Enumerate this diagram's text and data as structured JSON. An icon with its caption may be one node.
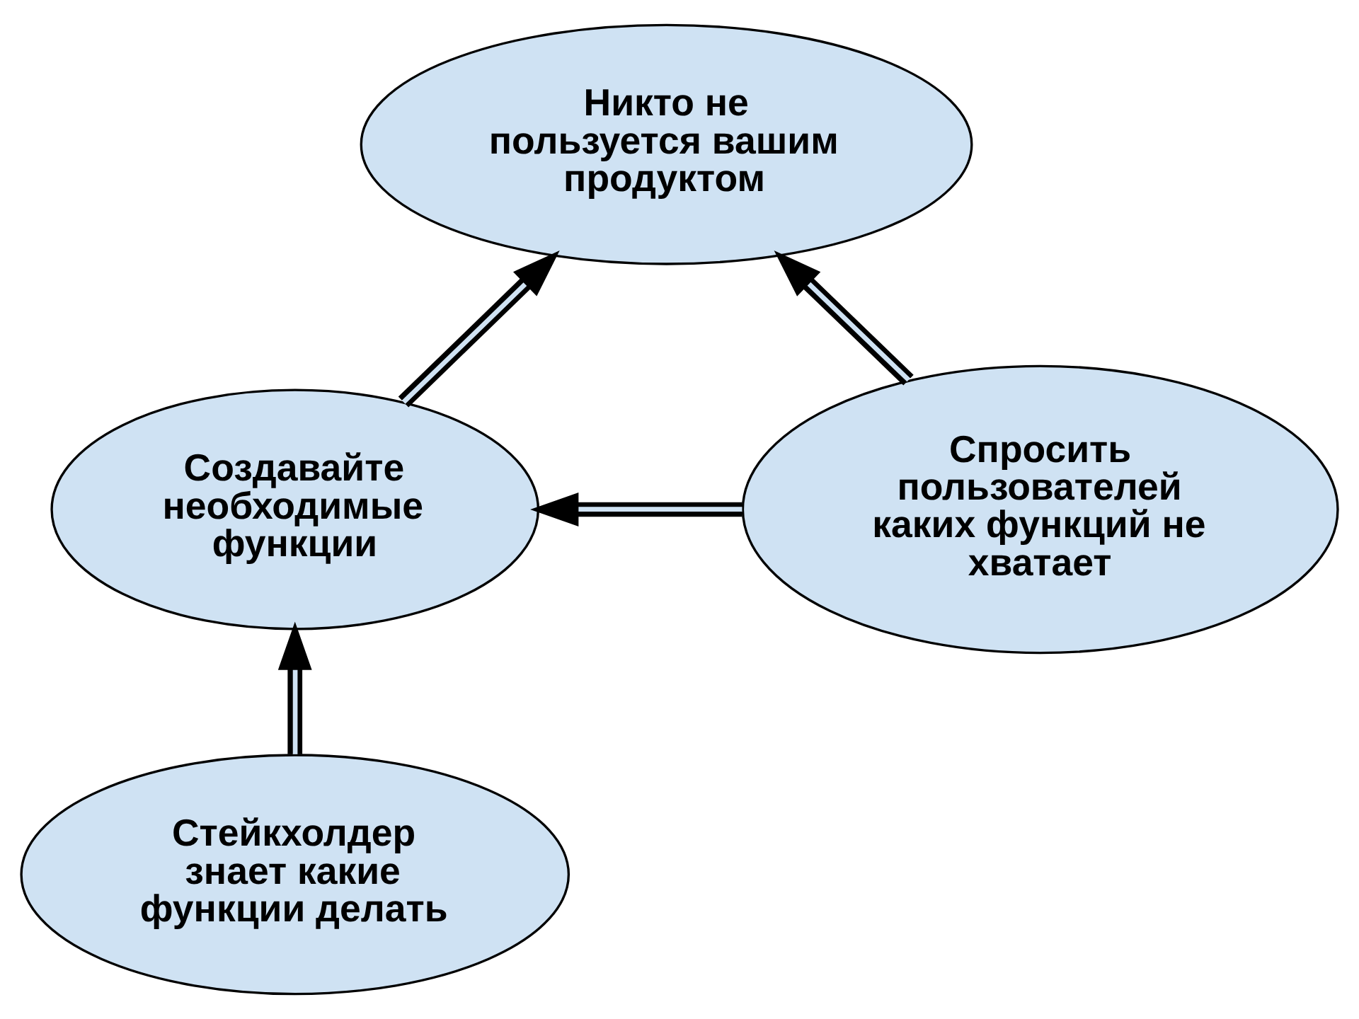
{
  "diagram": {
    "nodes": [
      {
        "text": [
          "Никто не пользуется вашим продуктом"
        ]
      },
      {
        "text": [
          "Создавайте необходимые функции"
        ]
      },
      {
        "text": [
          "Спросить пользователей каких функций не хватает"
        ]
      },
      {
        "text": [
          "Стейкхолдер знает какие функции делать"
        ]
      }
    ],
    "edges": [
      {
        "from": 1,
        "to": 0,
        "arrow": "to"
      },
      {
        "from": 2,
        "to": 0,
        "arrow": "to"
      },
      {
        "from": 2,
        "to": 1,
        "arrow": "to"
      },
      {
        "from": 3,
        "to": 1,
        "arrow": "to"
      }
    ]
  }
}
